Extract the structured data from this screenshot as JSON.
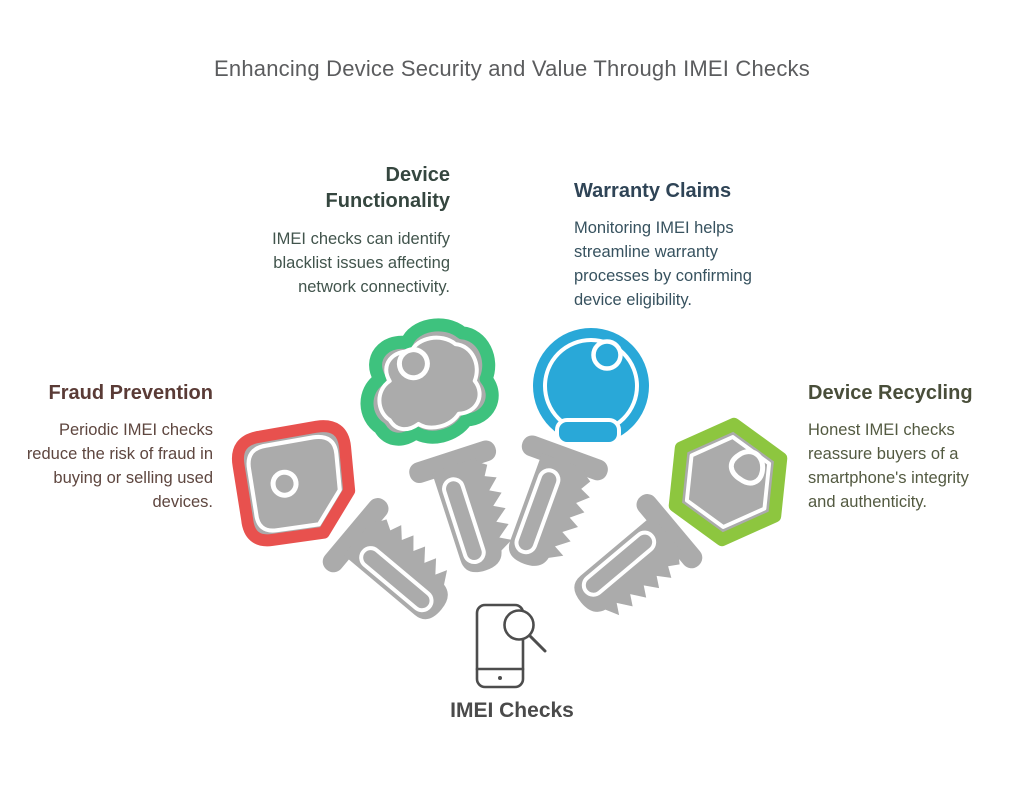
{
  "title": {
    "text": "Enhancing Device Security and Value Through IMEI Checks",
    "color": "#5B5C5E"
  },
  "sections": [
    {
      "id": "fraud-prevention",
      "heading": "Fraud Prevention",
      "body": "Periodic IMEI checks reduce the risk of fraud in buying or selling used devices.",
      "heading_color": "#5A3B36",
      "body_color": "#5E463F",
      "key_color": "#E8514E",
      "key_head_shape": "rounded-square"
    },
    {
      "id": "device-functionality",
      "heading": "Device\nFunctionality",
      "body": "IMEI checks can identify blacklist issues affecting network connectivity.",
      "heading_color": "#35463F",
      "body_color": "#41544C",
      "key_color": "#3EC27E",
      "key_head_shape": "cloud"
    },
    {
      "id": "warranty-claims",
      "heading": "Warranty Claims",
      "body": "Monitoring IMEI helps streamline warranty processes by confirming device eligibility.",
      "heading_color": "#2F4456",
      "body_color": "#37525F",
      "key_color": "#29A8D8",
      "key_head_shape": "circle"
    },
    {
      "id": "device-recycling",
      "heading": "Device Recycling",
      "body": "Honest IMEI checks reassure buyers of a smartphone's integrity and authenticity.",
      "heading_color": "#494E3A",
      "body_color": "#535A41",
      "key_color": "#8DC63F",
      "key_head_shape": "hexagon"
    }
  ],
  "center": {
    "label": "IMEI Checks",
    "label_color": "#4A4A4A",
    "icon": "phone-magnifier-icon",
    "icon_color": "#4D4D4D"
  },
  "colors": {
    "background": "#FFFFFF",
    "key_gray": "#ABABAB",
    "key_inner_line": "#FFFFFF"
  }
}
